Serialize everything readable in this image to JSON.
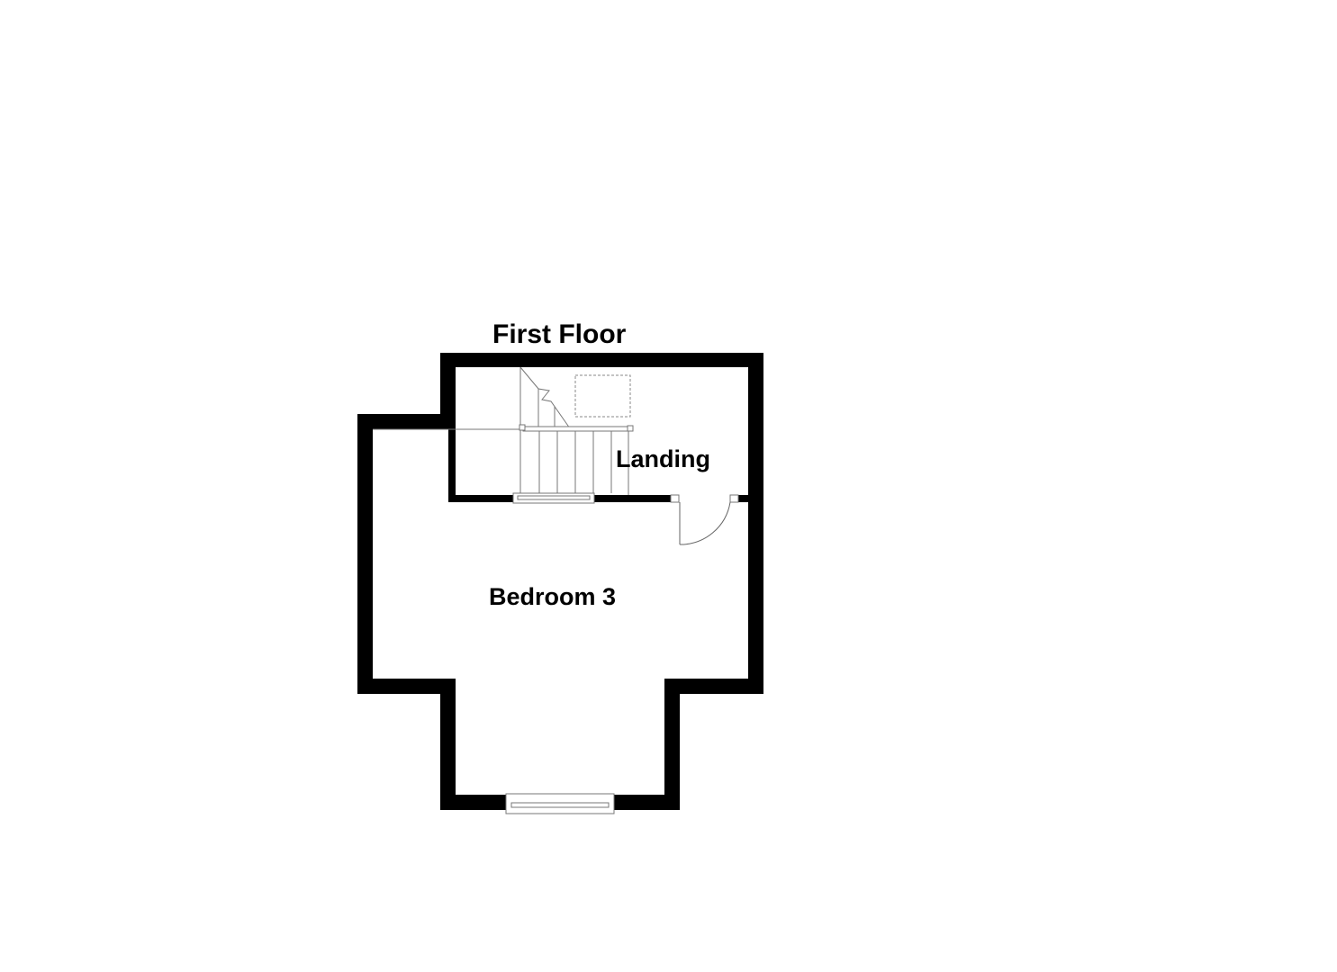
{
  "plan": {
    "title": "First Floor",
    "rooms": [
      {
        "name": "Landing"
      },
      {
        "name": "Bedroom 3"
      }
    ],
    "features": {
      "stairs": "stairs-icon",
      "loft_hatch": "loft-hatch-dashed-rect",
      "door": "door-swing-icon",
      "windows": [
        "window-landing",
        "window-bedroom"
      ]
    },
    "colors": {
      "wall": "#000000",
      "line": "#555555",
      "background": "#ffffff"
    }
  }
}
